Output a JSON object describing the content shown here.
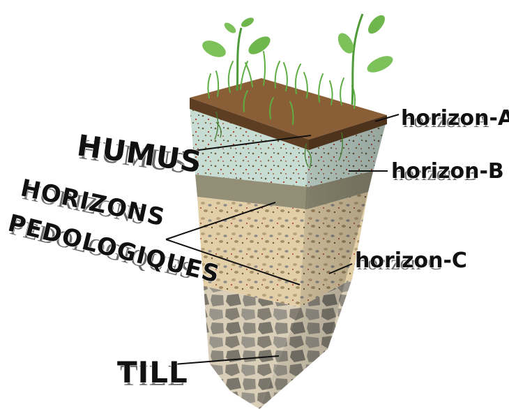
{
  "labels": {
    "humus": "HUMUS",
    "horizons_line1": "HORIZONS",
    "horizons_line2": "PEDOLOGIQUES",
    "till": "TILL",
    "horizon_a": "horizon-A",
    "horizon_b": "horizon-B",
    "horizon_c": "horizon-C"
  },
  "colors": {
    "topsoil": "#7a5230",
    "horizon_b": "#c9ddd3",
    "horizon_c": "#d8c7a2",
    "till": "#8d8a80",
    "grass": "#5fae44",
    "leaf": "#7cc15a"
  }
}
